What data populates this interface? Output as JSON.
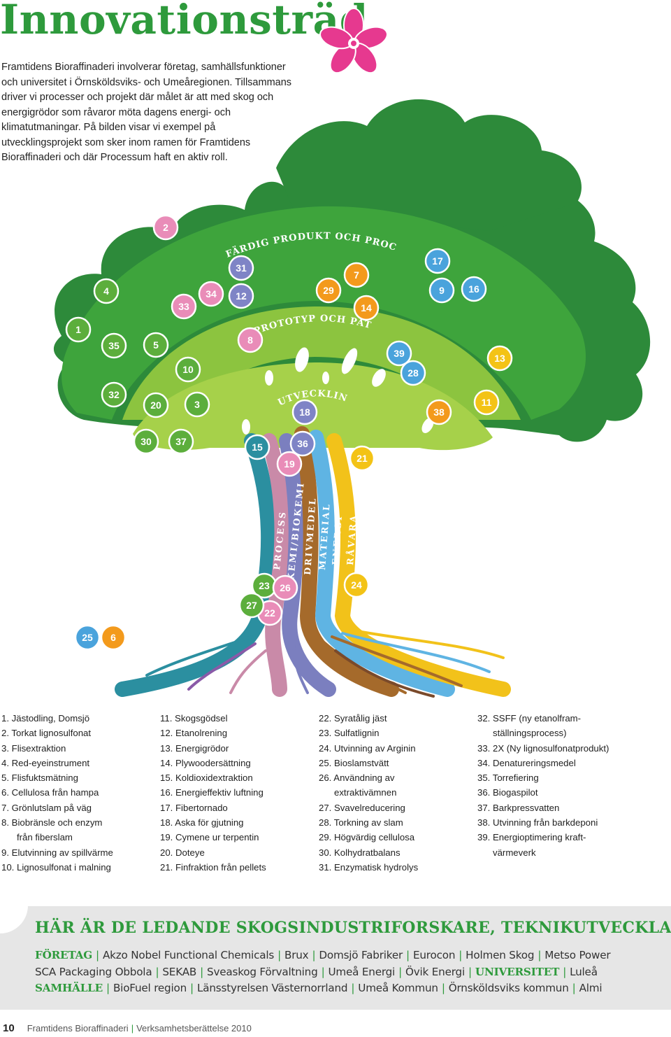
{
  "title": "Innovationsträd",
  "intro": "Framtidens Bioraffinaderi involverar företag, samhällsfunktioner och universitet i Örnsköldsviks- och Umeåregionen. Tillsammans driver vi processer och projekt där målet är att med skog och energigrödor som råvaror möta dagens energi- och klimatutmaningar. På bilden visar vi exempel på utvecklingsprojekt som sker inom ramen för Framtidens Bioraffinaderi och där Processum haft en aktiv roll.",
  "arc_labels": {
    "outer": "FÄRDIG PRODUKT OCH PROCESS",
    "middle": "PROTOTYP OCH PATENT",
    "inner": "UTVECKLING"
  },
  "trunk_labels": [
    "PROCESS",
    "KEMI/BIOKEMI",
    "DRIVMEDEL",
    "MATERIAL",
    "ENERGI",
    "RÅVARA"
  ],
  "colors": {
    "tree_dark": "#2d8a3a",
    "tree_mid": "#3ea43c",
    "tree_light": "#8cc43f",
    "tree_lighter": "#a6d14a",
    "accent_green": "#2e9a3c",
    "flower": "#e6398f",
    "bubble_pink": "#e98cb8",
    "bubble_green": "#5cae3c",
    "bubble_blue": "#4aa3dc",
    "bubble_yellow": "#f3c316",
    "bubble_purple": "#7f84c6",
    "bubble_orange": "#f39a1c",
    "trunk_teal": "#2b8fa0",
    "trunk_pink": "#c98aa8",
    "trunk_violet": "#7b7fbf",
    "trunk_brown": "#a56a2b",
    "trunk_lightblue": "#5fb4e3",
    "trunk_yellow": "#f2c21a"
  },
  "bubbles": [
    {
      "n": "1",
      "color": "#5cae3c"
    },
    {
      "n": "2",
      "color": "#e98cb8"
    },
    {
      "n": "3",
      "color": "#5cae3c"
    },
    {
      "n": "4",
      "color": "#5cae3c"
    },
    {
      "n": "5",
      "color": "#5cae3c"
    },
    {
      "n": "6",
      "color": "#f39a1c"
    },
    {
      "n": "7",
      "color": "#f39a1c"
    },
    {
      "n": "8",
      "color": "#e98cb8"
    },
    {
      "n": "9",
      "color": "#4aa3dc"
    },
    {
      "n": "10",
      "color": "#5cae3c"
    },
    {
      "n": "11",
      "color": "#f3c316"
    },
    {
      "n": "12",
      "color": "#7f84c6"
    },
    {
      "n": "13",
      "color": "#f3c316"
    },
    {
      "n": "14",
      "color": "#f39a1c"
    },
    {
      "n": "15",
      "color": "#2b8fa0"
    },
    {
      "n": "16",
      "color": "#4aa3dc"
    },
    {
      "n": "17",
      "color": "#4aa3dc"
    },
    {
      "n": "18",
      "color": "#7f84c6"
    },
    {
      "n": "19",
      "color": "#e98cb8"
    },
    {
      "n": "20",
      "color": "#5cae3c"
    },
    {
      "n": "21",
      "color": "#f3c316"
    },
    {
      "n": "22",
      "color": "#e98cb8"
    },
    {
      "n": "23",
      "color": "#5cae3c"
    },
    {
      "n": "24",
      "color": "#f3c316"
    },
    {
      "n": "25",
      "color": "#4aa3dc"
    },
    {
      "n": "26",
      "color": "#e98cb8"
    },
    {
      "n": "27",
      "color": "#5cae3c"
    },
    {
      "n": "28",
      "color": "#4aa3dc"
    },
    {
      "n": "29",
      "color": "#f39a1c"
    },
    {
      "n": "30",
      "color": "#5cae3c"
    },
    {
      "n": "31",
      "color": "#7f84c6"
    },
    {
      "n": "32",
      "color": "#5cae3c"
    },
    {
      "n": "33",
      "color": "#e98cb8"
    },
    {
      "n": "34",
      "color": "#e98cb8"
    },
    {
      "n": "35",
      "color": "#5cae3c"
    },
    {
      "n": "36",
      "color": "#7f84c6"
    },
    {
      "n": "37",
      "color": "#5cae3c"
    },
    {
      "n": "38",
      "color": "#f39a1c"
    },
    {
      "n": "39",
      "color": "#4aa3dc"
    }
  ],
  "legend_columns": [
    [
      {
        "text": "1.  Jästodling, Domsjö"
      },
      {
        "text": "2.  Torkat lignosulfonat"
      },
      {
        "text": "3.  Flisextraktion"
      },
      {
        "text": "4.  Red-eyeinstrument"
      },
      {
        "text": "5.  Flisfuktsmätning"
      },
      {
        "text": "6.  Cellulosa från hampa"
      },
      {
        "text": "7.  Grönlutslam på väg"
      },
      {
        "text": "8.  Biobränsle och enzym"
      },
      {
        "text": "från fiberslam",
        "indent": true
      },
      {
        "text": "9.  Elutvinning av spillvärme"
      },
      {
        "text": "10. Lignosulfonat i malning"
      }
    ],
    [
      {
        "text": "11. Skogsgödsel"
      },
      {
        "text": "12. Etanolrening"
      },
      {
        "text": "13. Energigrödor"
      },
      {
        "text": "14. Plywoodersättning"
      },
      {
        "text": "15. Koldioxidextraktion"
      },
      {
        "text": "16. Energieffektiv luftning"
      },
      {
        "text": "17. Fibertornado"
      },
      {
        "text": "18. Aska för gjutning"
      },
      {
        "text": "19. Cymene ur terpentin"
      },
      {
        "text": "20. Doteye"
      },
      {
        "text": "21. Finfraktion från pellets"
      }
    ],
    [
      {
        "text": "22. Syratålig jäst"
      },
      {
        "text": "23. Sulfatlignin"
      },
      {
        "text": "24. Utvinning av Arginin"
      },
      {
        "text": "25. Bioslamstvätt"
      },
      {
        "text": "26. Användning av"
      },
      {
        "text": "extraktivämnen",
        "indent": true
      },
      {
        "text": "27. Svavelreducering"
      },
      {
        "text": "28. Torkning av slam"
      },
      {
        "text": "29. Högvärdig cellulosa"
      },
      {
        "text": "30. Kolhydratbalans"
      },
      {
        "text": "31. Enzymatisk hydrolys"
      }
    ],
    [
      {
        "text": "32. SSFF (ny etanolfram-"
      },
      {
        "text": "ställningsprocess)",
        "indent": true
      },
      {
        "text": "33. 2X (Ny lignosulfonatprodukt)"
      },
      {
        "text": "34. Denatureringsmedel"
      },
      {
        "text": "35. Torrefiering"
      },
      {
        "text": "36. Biogaspilot"
      },
      {
        "text": "37. Barkpressvatten"
      },
      {
        "text": "38. Utvinning från barkdeponi"
      },
      {
        "text": "39. Energioptimering kraft-"
      },
      {
        "text": "värmeverk",
        "indent": true
      }
    ]
  ],
  "headline": "HÄR ÄR DE LEDANDE SKOGSINDUSTRIFORSKARE, TEKNIKUTVECKLARE,",
  "org_lines": [
    [
      {
        "t": "FÖRETAG",
        "label": true
      },
      {
        "t": "Akzo Nobel Functional Chemicals"
      },
      {
        "t": "Brux"
      },
      {
        "t": "Domsjö Fabriker"
      },
      {
        "t": "Eurocon"
      },
      {
        "t": "Holmen Skog"
      },
      {
        "t": "Metso Power"
      }
    ],
    [
      {
        "t": "SCA Packaging Obbola"
      },
      {
        "t": "SEKAB"
      },
      {
        "t": "Sveaskog Förvaltning"
      },
      {
        "t": "Umeå Energi"
      },
      {
        "t": "Övik Energi"
      },
      {
        "t": "UNIVERSITET",
        "label": true
      },
      {
        "t": "Luleå"
      }
    ],
    [
      {
        "t": "SAMHÄLLE",
        "label": true
      },
      {
        "t": "BioFuel region"
      },
      {
        "t": "Länsstyrelsen Västernorrland"
      },
      {
        "t": "Umeå Kommun"
      },
      {
        "t": "Örnsköldsviks kommun"
      },
      {
        "t": "Almi"
      }
    ]
  ],
  "footer": {
    "page": "10",
    "publisher": "Framtidens Bioraffinaderi",
    "report": "Verksamhetsberättelse 2010"
  }
}
